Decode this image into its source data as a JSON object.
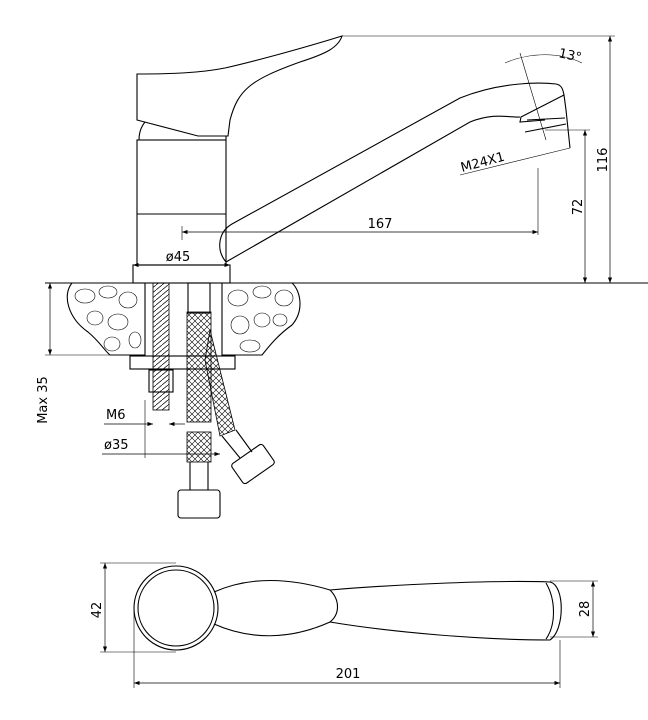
{
  "drawing": {
    "dimensions": {
      "spout_angle": "13°",
      "aerator_thread": "M24X1",
      "spout_reach": "167",
      "base_diameter": "ø45",
      "spout_height": "72",
      "total_height": "116",
      "max_counter_thickness": "Max 35",
      "stud_thread": "M6",
      "hole_diameter": "ø35",
      "head_width": "42",
      "spout_width": "28",
      "total_length": "201"
    },
    "colors": {
      "line": "#000000",
      "background": "#ffffff"
    }
  }
}
